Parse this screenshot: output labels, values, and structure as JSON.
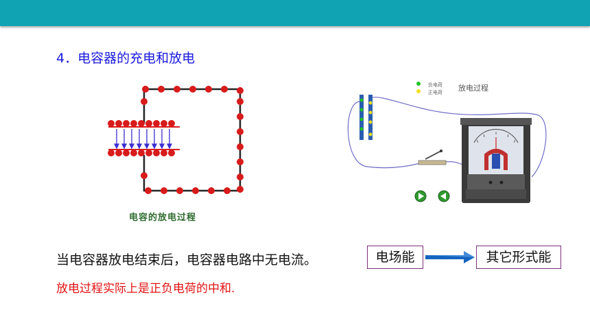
{
  "header": {
    "bar_color": "#0fa3b4"
  },
  "heading": "4．电容器的充电和放电",
  "left_figure": {
    "caption": "电容的放电过程",
    "charge_color": "#d81b1b",
    "wire_color": "#222222",
    "field_arrow_color": "#3a2ed0"
  },
  "right_figure": {
    "title": "放电过程",
    "legend_negative": "负电荷",
    "legend_positive": "正电荷",
    "negative_color": "#22c422",
    "positive_color": "#f0e020"
  },
  "body": {
    "line1": "当电容器放电结束后，电容器电路中无电流。",
    "line2": "放电过程实际上是正负电荷的中和."
  },
  "energy": {
    "from": "电场能",
    "to": "其它形式能",
    "arrow_color": "#1565c0"
  }
}
